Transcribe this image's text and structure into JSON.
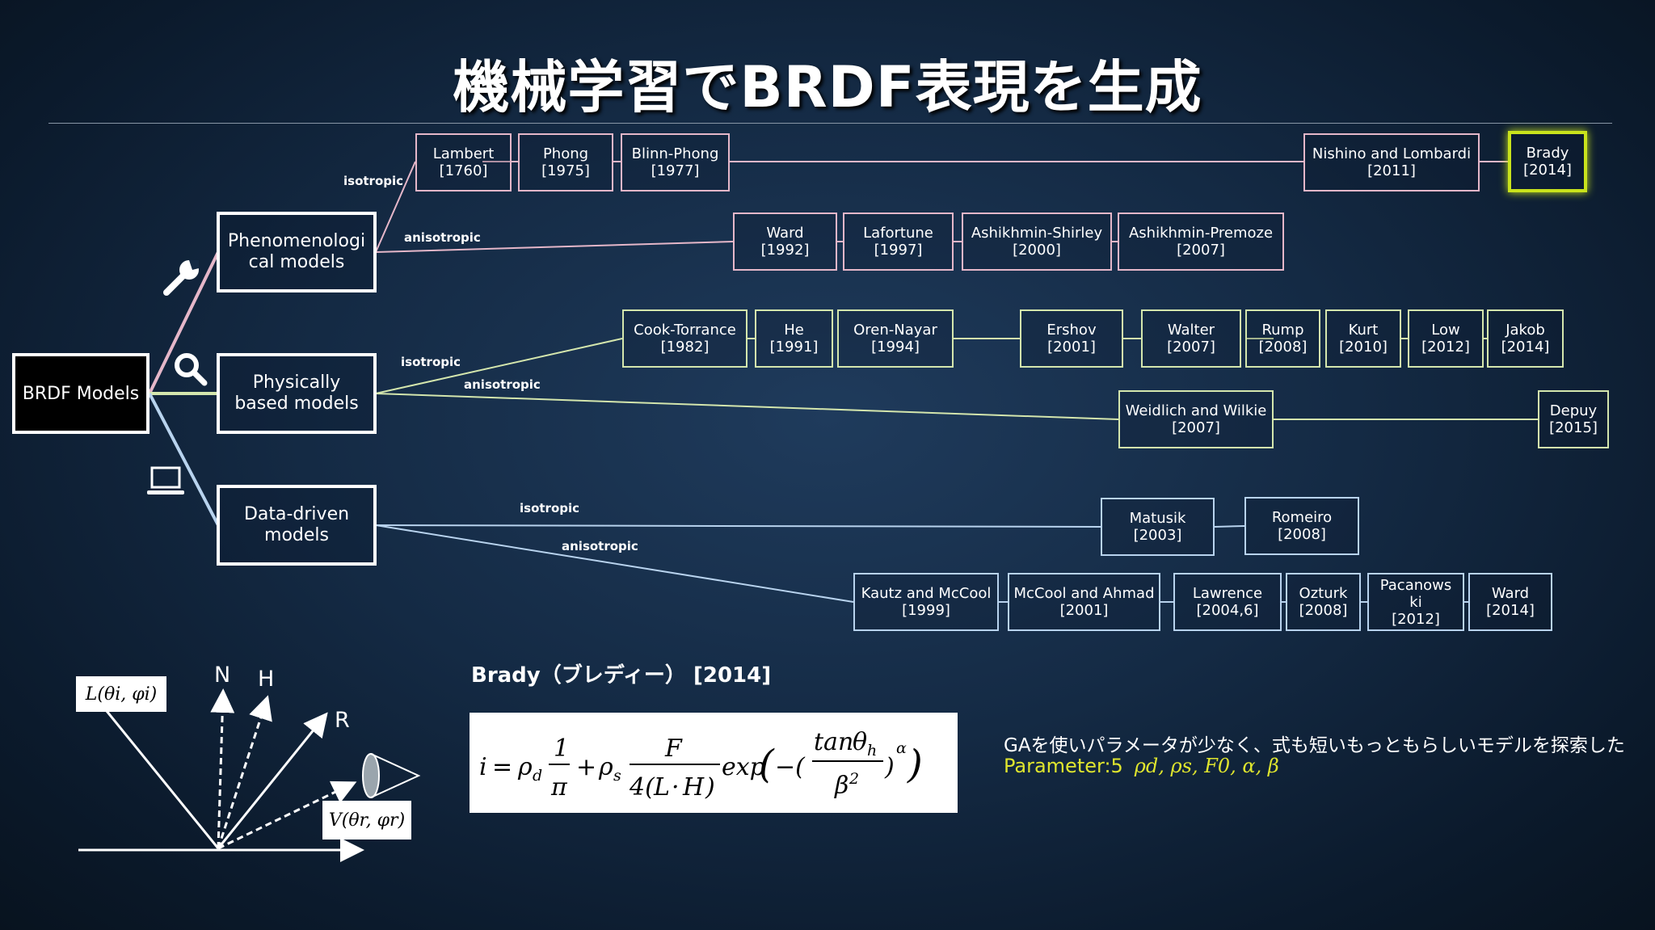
{
  "title": "機械学習でBRDF表現を生成",
  "root": "BRDF Models",
  "categories": {
    "phenomenological": {
      "line1": "Phenomenologi",
      "line2": "cal models"
    },
    "physical": {
      "line1": "Physically",
      "line2": "based models"
    },
    "datadriven": {
      "line1": "Data-driven",
      "line2": "models"
    }
  },
  "edges": {
    "pheno_iso": "isotropic",
    "pheno_aniso": "anisotropic",
    "phys_iso": "isotropic",
    "phys_aniso": "anisotropic",
    "data_iso": "isotropic",
    "data_aniso": "anisotropic"
  },
  "icons": {
    "phenomenological": "wrench-icon",
    "physical": "magnifier-icon",
    "datadriven": "laptop-icon"
  },
  "models": {
    "lambert": {
      "name": "Lambert",
      "year": "[1760]"
    },
    "phong": {
      "name": "Phong",
      "year": "[1975]"
    },
    "blinn": {
      "name": "Blinn-Phong",
      "year": "[1977]"
    },
    "nishino": {
      "name": "Nishino and Lombardi",
      "year": "[2011]"
    },
    "brady": {
      "name": "Brady",
      "year": "[2014]"
    },
    "ward1992": {
      "name": "Ward",
      "year": "[1992]"
    },
    "lafortune": {
      "name": "Lafortune",
      "year": "[1997]"
    },
    "shirley": {
      "name": "Ashikhmin-Shirley",
      "year": "[2000]"
    },
    "premoze": {
      "name": "Ashikhmin-Premoze",
      "year": "[2007]"
    },
    "cook": {
      "name": "Cook-Torrance",
      "year": "[1982]"
    },
    "he": {
      "name": "He",
      "year": "[1991]"
    },
    "oren": {
      "name": "Oren-Nayar",
      "year": "[1994]"
    },
    "ershov": {
      "name": "Ershov",
      "year": "[2001]"
    },
    "walter": {
      "name": "Walter",
      "year": "[2007]"
    },
    "rump": {
      "name": "Rump",
      "year": "[2008]"
    },
    "kurt": {
      "name": "Kurt",
      "year": "[2010]"
    },
    "low": {
      "name": "Low",
      "year": "[2012]"
    },
    "jakob": {
      "name": "Jakob",
      "year": "[2014]"
    },
    "weidlich": {
      "name": "Weidlich and Wilkie",
      "year": "[2007]"
    },
    "depuy": {
      "name": "Depuy",
      "year": "[2015]"
    },
    "matusik": {
      "name": "Matusik",
      "year": "[2003]"
    },
    "romeiro": {
      "name": "Romeiro",
      "year": "[2008]"
    },
    "kautz": {
      "name": "Kautz and McCool",
      "year": "[1999]"
    },
    "mccool": {
      "name": "McCool and Ahmad",
      "year": "[2001]"
    },
    "lawrence": {
      "name": "Lawrence",
      "year": "[2004,6]"
    },
    "ozturk": {
      "name": "Ozturk",
      "year": "[2008]"
    },
    "pacanowski": {
      "name1": "Pacanows",
      "name2": "ki",
      "year": "[2012]"
    },
    "ward2014": {
      "name": "Ward",
      "year": "[2014]"
    }
  },
  "bottom": {
    "subtitle": "Brady（ブレディー） [2014]",
    "description": "GAを使いパラメータが少なく、式も短いもっともらしいモデルを探索した",
    "param_label": "Parameter:5",
    "param_vars": "ρd, ρs, F0, α, β",
    "diagram": {
      "N": "N",
      "H": "H",
      "R": "R",
      "L": "L(θi, φi)",
      "V": "V(θr, φr)"
    }
  },
  "colors": {
    "pink": "#e5b7c9",
    "green": "#d4e6ad",
    "blue": "#b8d3ee",
    "highlight": "#c9e31c",
    "param": "#dfe52e"
  }
}
